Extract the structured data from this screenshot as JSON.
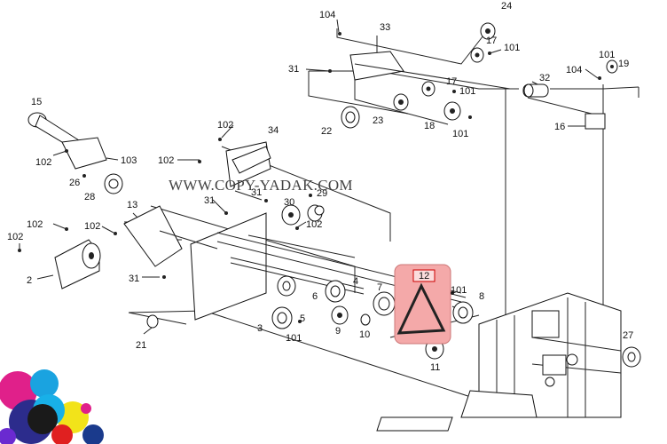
{
  "watermark": "WWW.COPY-YADAK.COM",
  "highlight_color": "#f4a9a9",
  "labels": {
    "l104a": "104",
    "l33": "33",
    "l24": "24",
    "l17a": "17",
    "l101a": "101",
    "l31a": "31",
    "l17b": "17",
    "l101b": "101",
    "l32": "32",
    "l104b": "104",
    "l101c": "101",
    "l19": "19",
    "l23": "23",
    "l22": "22",
    "l18": "18",
    "l101d": "101",
    "l16": "16",
    "l15": "15",
    "l102a": "102",
    "l34": "34",
    "l102b": "102",
    "l103": "103",
    "l26": "26",
    "l28": "28",
    "l102c": "102",
    "l31b": "31",
    "l29": "29",
    "l31c": "31",
    "l30": "30",
    "l13": "13",
    "l102d": "102",
    "l102e": "102",
    "l102f": "102",
    "l102g": "102",
    "l2": "2",
    "l31d": "31",
    "l4": "4",
    "l6": "6",
    "l7": "7",
    "l5": "5",
    "l12": "12",
    "l101e": "101",
    "l8": "8",
    "l21": "21",
    "l3": "3",
    "l101f": "101",
    "l9": "9",
    "l10": "10",
    "l11": "11",
    "l27": "27"
  }
}
